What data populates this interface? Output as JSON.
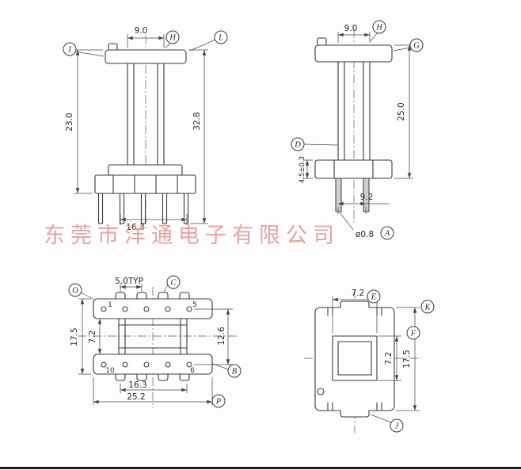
{
  "watermark": {
    "text": "东莞市洋通电子有限公司",
    "color": "#e28c8c"
  },
  "front_view": {
    "dim_top_width": "9.0",
    "dim_left_height": "23.0",
    "dim_right_height": "32.8",
    "dim_pin_span": "16.3",
    "balloon_left": "I",
    "balloon_top": "H",
    "balloon_right": "L"
  },
  "side_view": {
    "dim_top_width": "9.0",
    "dim_right_height": "25.0",
    "dim_base_thickness": "4.5±0.3",
    "dim_pin_pitch": "9.2",
    "dim_pin_diameter": "ø0.8",
    "balloon_top": "H",
    "balloon_right": "G",
    "balloon_left": "D",
    "balloon_pin": "A"
  },
  "plan_view": {
    "dim_pitch": "5.0TYP",
    "dim_outer_height": "17.5",
    "dim_window_height": "7.2",
    "dim_pin_row_span": "12.6",
    "dim_inner_width": "16.3",
    "dim_outer_width": "25.2",
    "pin_1": "1",
    "pin_5": "5",
    "pin_6": "6",
    "pin_10": "10",
    "balloon_top_left": "O",
    "balloon_top": "C",
    "balloon_right": "B",
    "balloon_bottom": "P"
  },
  "end_view": {
    "dim_top_width": "7.2",
    "dim_window_height": "7.2",
    "dim_outer_height": "17.5",
    "balloon_top": "E",
    "balloon_top_right": "K",
    "balloon_right": "F",
    "balloon_bottom": "J"
  }
}
